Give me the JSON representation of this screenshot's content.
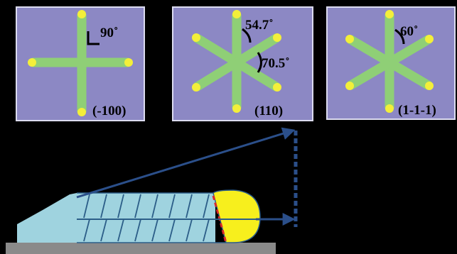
{
  "colors": {
    "background": "#000000",
    "panel_fill": "#8c88c4",
    "panel_border": "#dcdcf0",
    "arm": "#8fcf76",
    "arm_tip": "#f3ef3a",
    "arrow": "#2b4f8a",
    "body_fill": "#9fd3df",
    "body_stripe": "#2c5e88",
    "cap_fill": "#f7ef1d",
    "cap_edge": "#d72b2b",
    "base_stage": "#8a8a8a",
    "base_block": "#3f6fa8"
  },
  "panels": [
    {
      "name": "panel-minus100",
      "orientation_label": "(-100)",
      "angle_labels": [
        "90˚"
      ],
      "arm_count": 4
    },
    {
      "name": "panel-110",
      "orientation_label": "(110)",
      "angle_labels": [
        "54.7˚",
        "70.5˚"
      ],
      "arm_count": 6
    },
    {
      "name": "panel-1-1-1",
      "orientation_label": "(1-1-1)",
      "angle_labels": [
        "60˚"
      ],
      "arm_count": 6
    }
  ]
}
